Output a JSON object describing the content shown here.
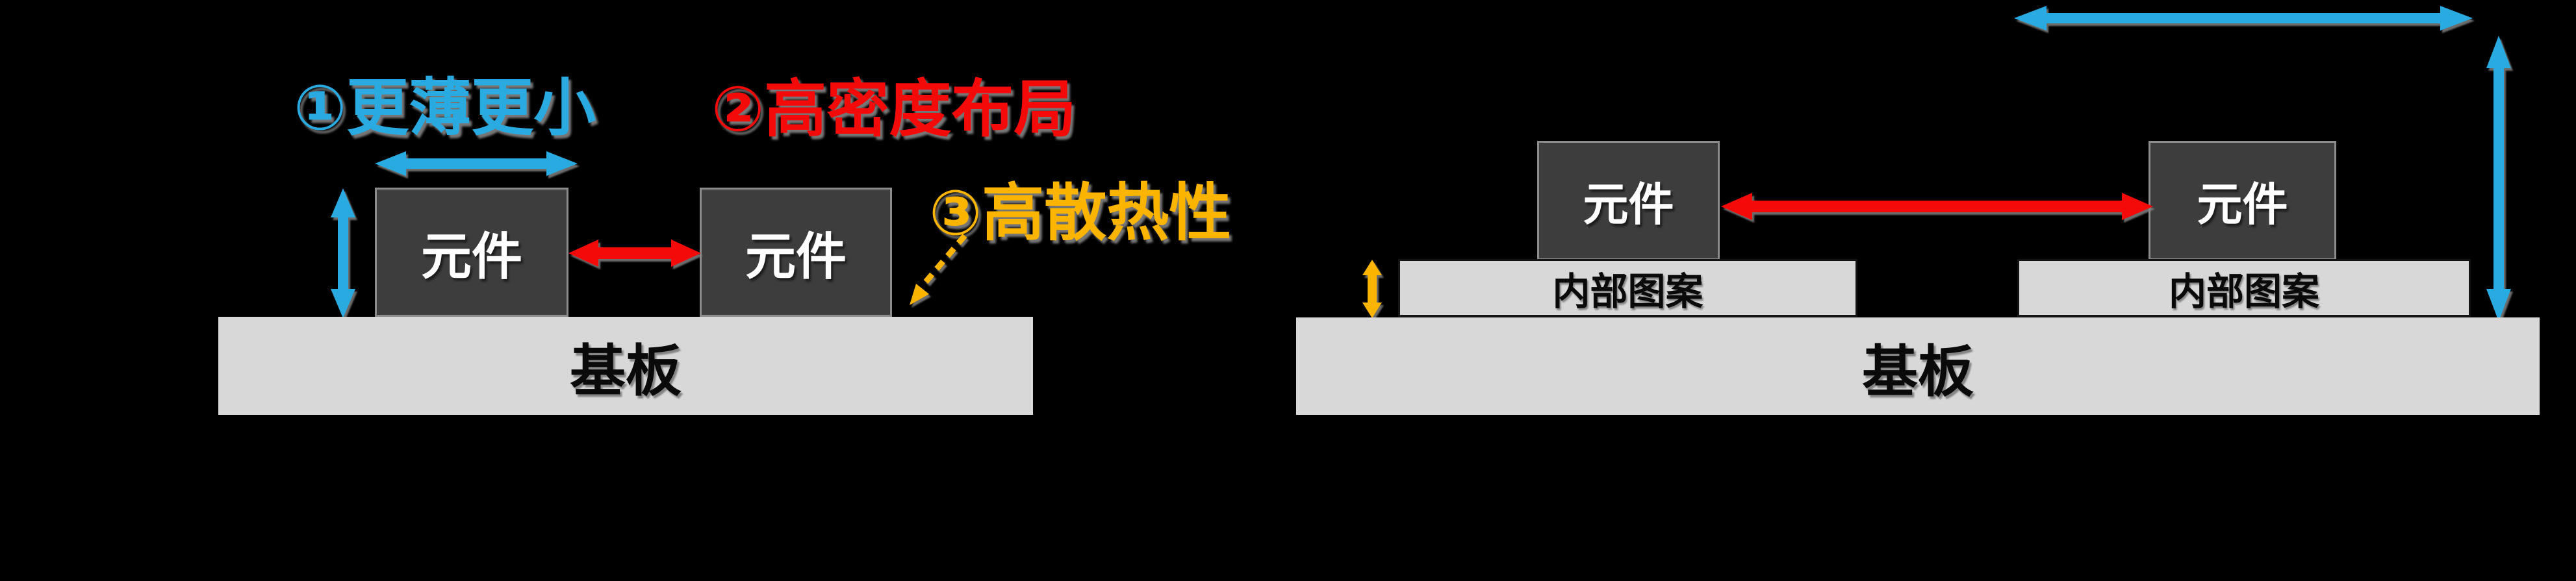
{
  "colors": {
    "background": "#000000",
    "accent-cyan": "#29ABE2",
    "accent-red": "#F50A0A",
    "accent-yellow": "#FBB400",
    "component-fill": "#3D3D3D",
    "component-border": "#8C8C8C",
    "surface-gray": "#D8D8D8",
    "text-dark": "#0A0A0A",
    "text-light": "#FFFFFF"
  },
  "left_diagram": {
    "annotations": {
      "point1": "①更薄更小",
      "point2": "②高密度布局",
      "point3": "③高散热性"
    },
    "components": [
      {
        "label": "元件"
      },
      {
        "label": "元件"
      }
    ],
    "substrate": {
      "label": "基板"
    }
  },
  "right_diagram": {
    "components": [
      {
        "label": "元件"
      },
      {
        "label": "元件"
      }
    ],
    "inner_patterns": [
      {
        "label": "内部图案"
      },
      {
        "label": "内部图案"
      }
    ],
    "substrate": {
      "label": "基板"
    }
  }
}
